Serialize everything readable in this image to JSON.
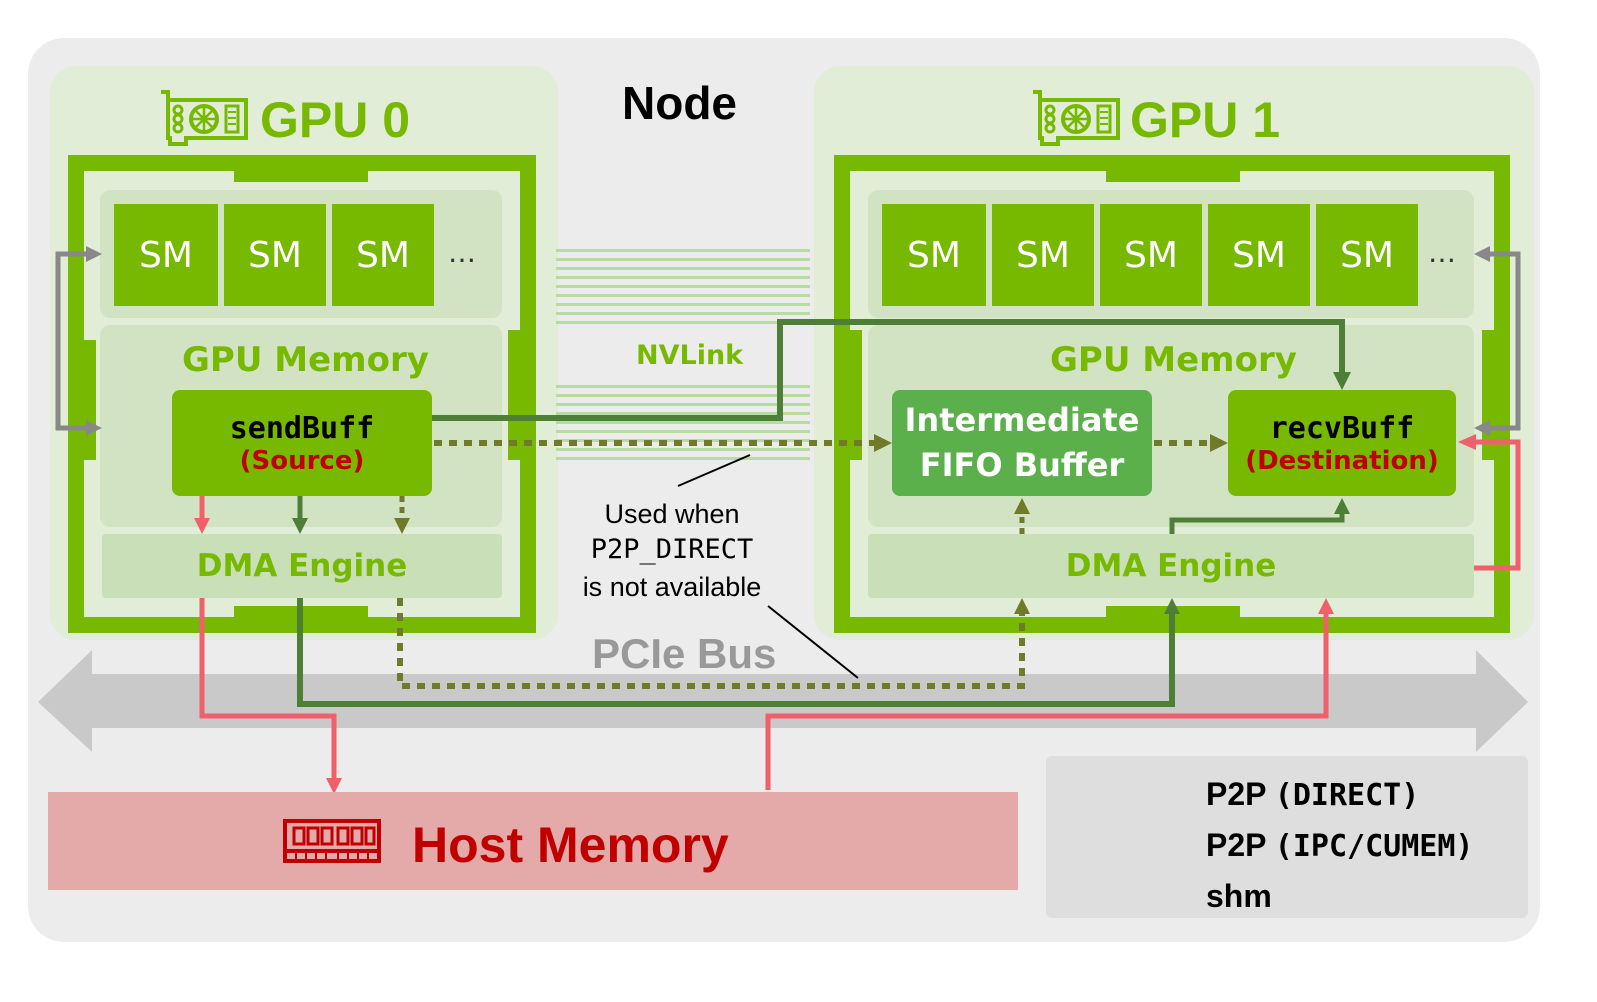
{
  "node": {
    "title": "Node"
  },
  "gpu0": {
    "title": "GPU 0",
    "icon": "gpu-card-icon",
    "sms": [
      "SM",
      "SM",
      "SM"
    ],
    "ellipsis": "…",
    "memory_title": "GPU Memory",
    "buffer_name": "sendBuff",
    "buffer_role": "(Source)",
    "dma": "DMA Engine"
  },
  "gpu1": {
    "title": "GPU 1",
    "icon": "gpu-card-icon",
    "sms": [
      "SM",
      "SM",
      "SM",
      "SM",
      "SM"
    ],
    "ellipsis": "…",
    "memory_title": "GPU Memory",
    "fifo_line1": "Intermediate",
    "fifo_line2": "FIFO Buffer",
    "buffer_name": "recvBuff",
    "buffer_role": "(Destination)",
    "dma": "DMA Engine"
  },
  "nvlink": {
    "label": "NVLink"
  },
  "note": {
    "line1": "Used when",
    "line2": "P2P_DIRECT",
    "line3": "is not available"
  },
  "pcie": {
    "label": "PCIe Bus"
  },
  "host": {
    "label": "Host Memory",
    "icon": "ram-module-icon"
  },
  "legend": {
    "items": [
      {
        "prefix": "P2P ",
        "mono": "(DIRECT)",
        "style": "solid",
        "color": "#4e7f36"
      },
      {
        "prefix": "P2P ",
        "mono": "(IPC/CUMEM)",
        "style": "dotted",
        "color": "#6f7a2a"
      },
      {
        "prefix": "shm",
        "mono": "",
        "style": "solid",
        "color": "#f0606a"
      }
    ]
  },
  "colors": {
    "nvidia_green": "#76b900",
    "p2p_direct": "#4e7f36",
    "p2p_ipc": "#6f7a2a",
    "shm": "#f0606a",
    "gray_arrow": "#888888",
    "host_bg": "#e4a9a9",
    "host_text": "#c00000"
  }
}
